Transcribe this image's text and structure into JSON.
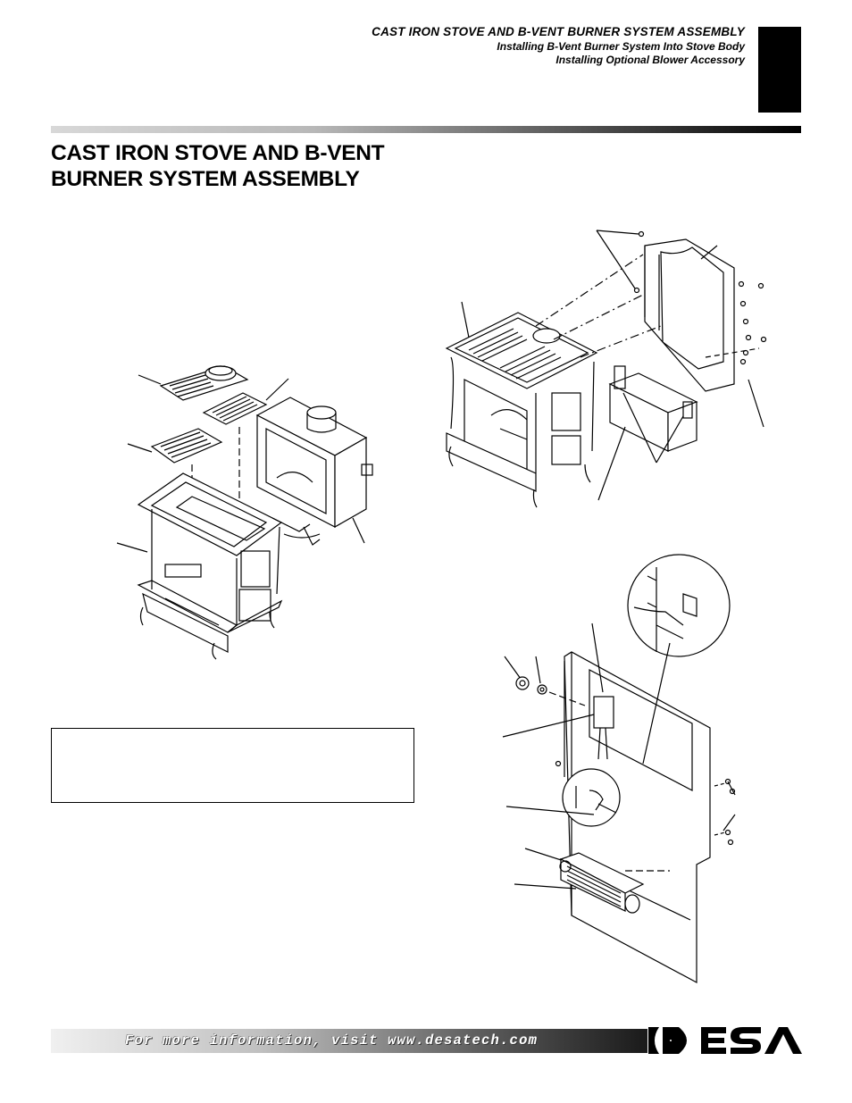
{
  "header": {
    "title": "CAST IRON STOVE AND B-VENT BURNER SYSTEM ASSEMBLY",
    "sub1": "Installing B-Vent Burner System Into Stove Body",
    "sub2": "Installing Optional Blower Accessory"
  },
  "page": {
    "title_line1": "CAST IRON STOVE AND B-VENT",
    "title_line2": "BURNER SYSTEM ASSEMBLY"
  },
  "footer": {
    "text": "For more information, visit www.desatech.com",
    "logo": "DESA"
  }
}
